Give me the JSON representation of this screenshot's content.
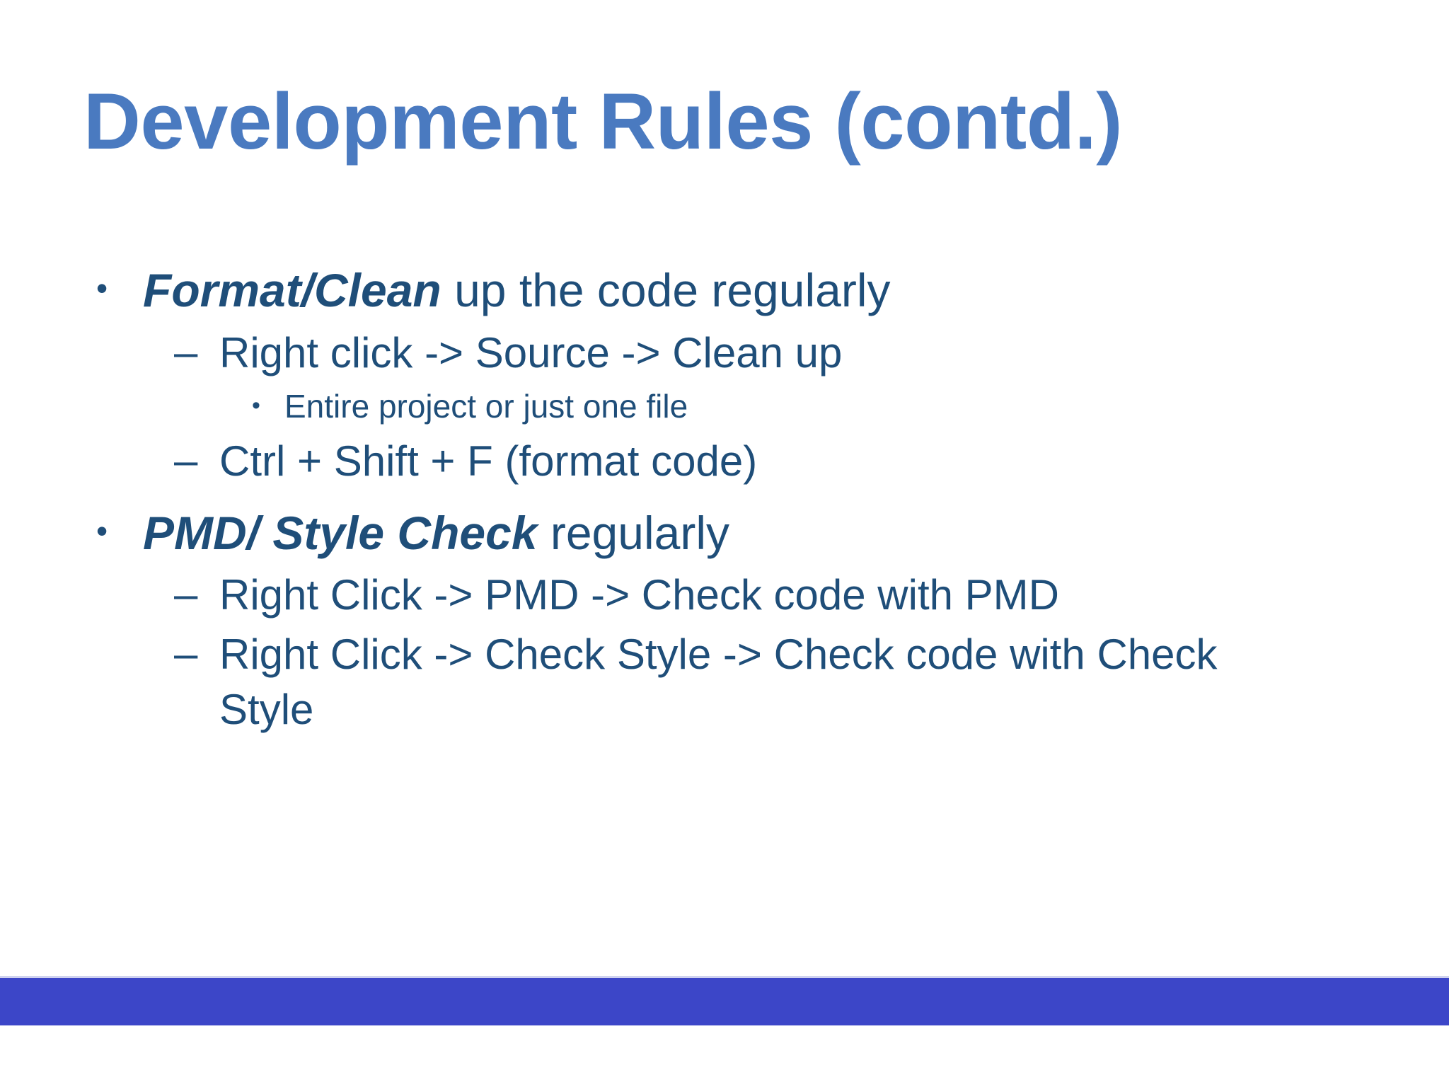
{
  "slide": {
    "title": "Development Rules (contd.)",
    "title_color": "#4a7ac0",
    "body_color": "#1f4e79",
    "background_color": "#ffffff",
    "footer_bar_color": "#3c46c8"
  },
  "bullets": {
    "b1": {
      "marker": "•",
      "emphasis": "Format/Clean",
      "rest": " up the code regularly"
    },
    "b1s1": {
      "marker": "–",
      "text": "Right click -> Source -> Clean up"
    },
    "b1s1s1": {
      "marker": "•",
      "text": "Entire project or just one file"
    },
    "b1s2": {
      "marker": "–",
      "text": "Ctrl + Shift + F (format code)"
    },
    "b2": {
      "marker": "•",
      "emphasis": "PMD/ Style Check",
      "rest": " regularly"
    },
    "b2s1": {
      "marker": "–",
      "text": "Right Click -> PMD -> Check code with PMD"
    },
    "b2s2": {
      "marker": "–",
      "text": "Right Click -> Check Style -> Check code with Check Style"
    }
  }
}
